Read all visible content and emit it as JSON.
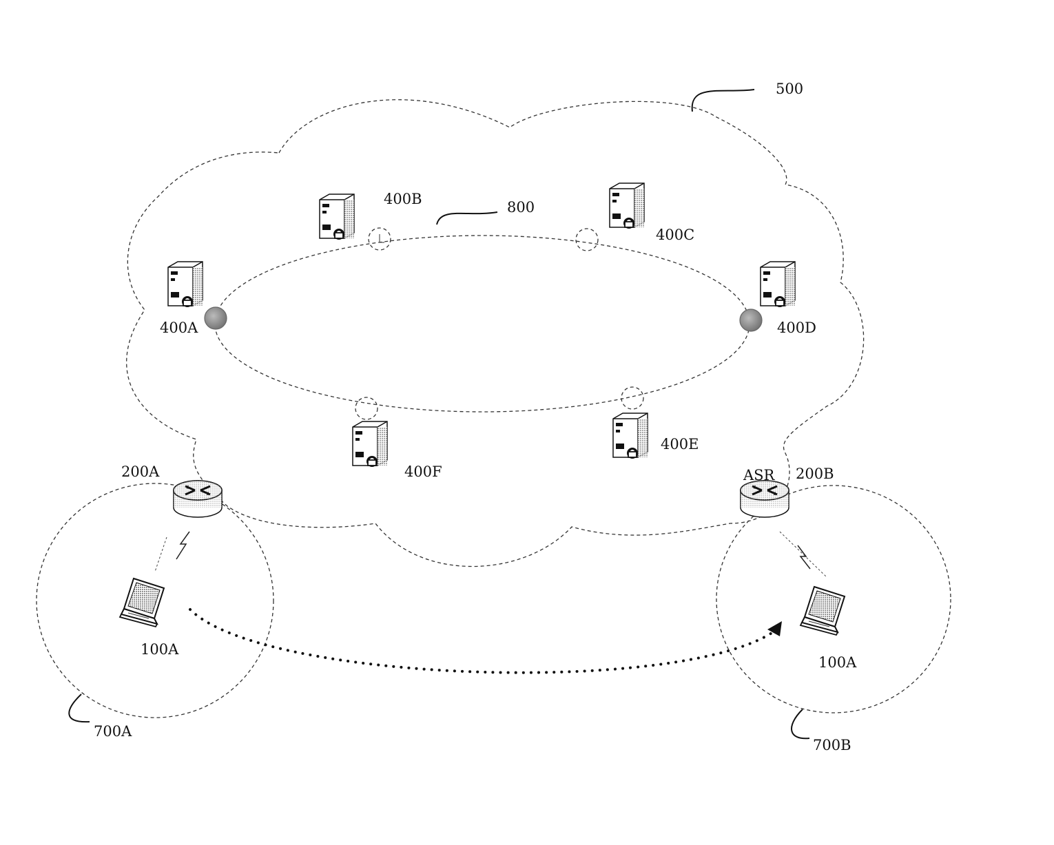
{
  "labels": {
    "network": "500",
    "ring": "800",
    "server_a": "400A",
    "server_b": "400B",
    "server_c": "400C",
    "server_d": "400D",
    "server_e": "400E",
    "server_f": "400F",
    "router_a": "200A",
    "router_b": "200B",
    "router_b_tag": "ASR",
    "terminal_a": "100A",
    "terminal_b": "100A",
    "cell_a": "700A",
    "cell_b": "700B"
  },
  "icons": {
    "server": "server-icon",
    "router": "router-icon",
    "laptop": "laptop-icon",
    "ring_node": "ring-node-icon",
    "wireless": "wireless-link-icon"
  }
}
